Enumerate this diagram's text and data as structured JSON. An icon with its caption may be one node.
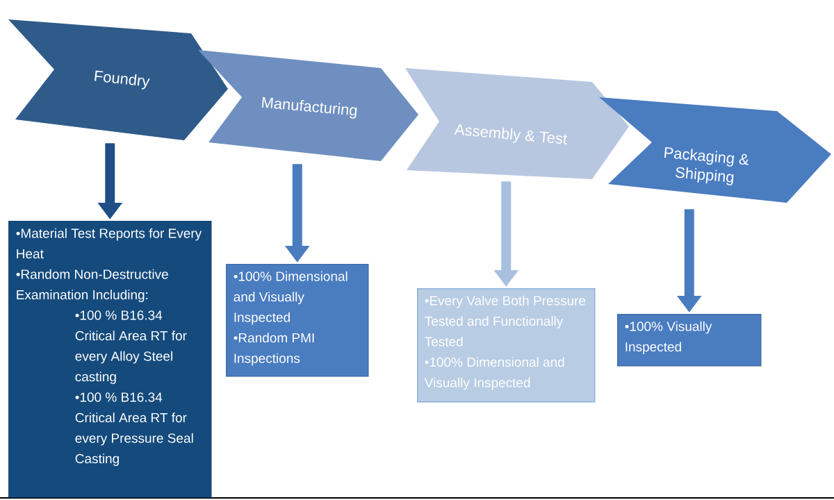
{
  "diagram": {
    "nodes": [
      {
        "text": [
          "Foundry"
        ]
      },
      {
        "text": [
          "Manufacturing"
        ]
      },
      {
        "text": [
          "Assembly & Test"
        ]
      },
      {
        "text": [
          "Packaging & Shipping"
        ]
      },
      {
        "text": [
          "•Material Test Reports for Every Heat",
          "•Random Non-Destructive Examination Including:",
          "•100 % B16.34 Critical Area RT for every Alloy Steel casting",
          "•100 % B16.34 Critical Area RT for every Pressure Seal Casting"
        ]
      },
      {
        "text": [
          "•100% Dimensional and Visually Inspected",
          "•Random PMI Inspections"
        ]
      },
      {
        "text": [
          "•Every Valve Both Pressure Tested and Functionally Tested",
          "•100% Dimensional and Visually Inspected"
        ]
      },
      {
        "text": [
          "•100% Visually Inspected"
        ]
      }
    ],
    "edges": [
      {
        "from": 0,
        "to": 4,
        "arrow": "to",
        "color": "#1f4f86"
      },
      {
        "from": 1,
        "to": 5,
        "arrow": "to",
        "color": "#4a7cc0"
      },
      {
        "from": 2,
        "to": 6,
        "arrow": "to",
        "color": "#a9bfdf"
      },
      {
        "from": 3,
        "to": 7,
        "arrow": "to",
        "color": "#4a7cc0"
      }
    ]
  }
}
